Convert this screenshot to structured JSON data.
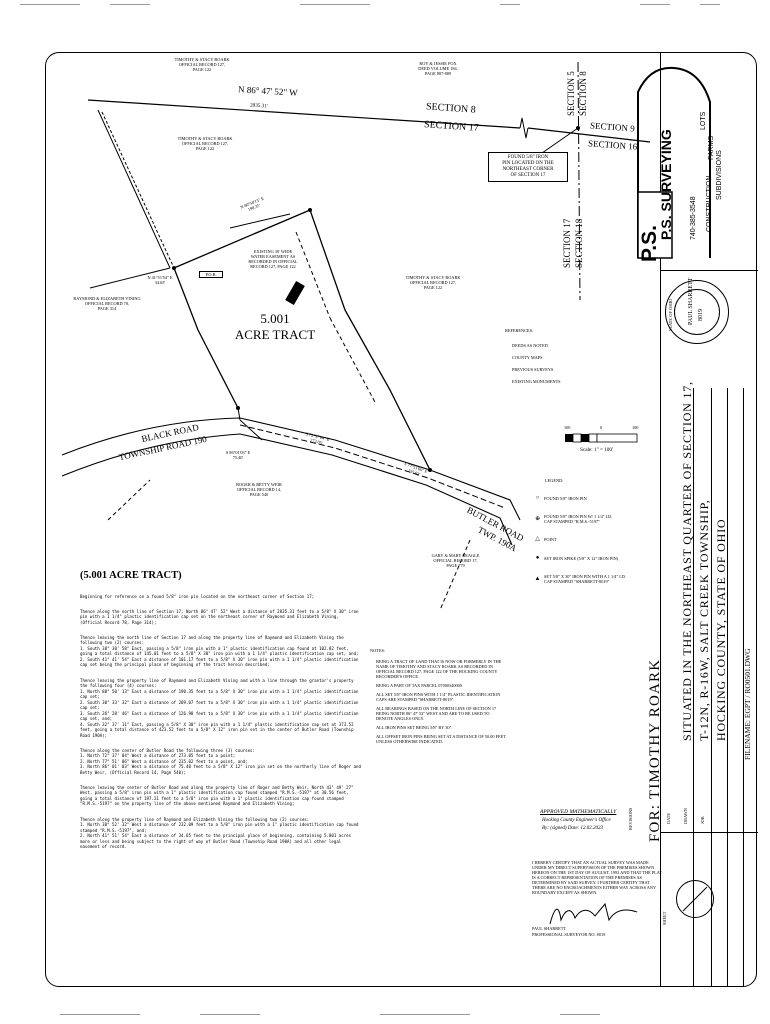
{
  "owners": {
    "roark_top_left": "TIMOTHY & STACY ROARK\nOFFICIAL RECORD 127,\nPAGE 122",
    "fox_top": "ROY & JESSIE FOX\nDEED VOLUME 184,\nPAGE 887-889",
    "roark_mid": "TIMOTHY & STACY ROARK\nOFFICIAL RECORD 127,\nPAGE 122",
    "vining_left": "RAYMOND & ELIZABETH VINING\nOFFICIAL RECORD 78,\nPAGE 314",
    "roark_right": "TIMOTHY & STACY ROARK\nOFFICIAL RECORD 127,\nPAGE 122",
    "weir": "ROGER & BETTY WEIR\nOFFICIAL RECORD 14,\nPAGE 540",
    "beagle": "GARY & MARY BEAGLE\nOFFICIAL RECORD 17,\nPAGE 779"
  },
  "plat": {
    "bearing_top": "N  86° 47' 52\"  W",
    "dist_top": "2835.31'",
    "section8": "SECTION 8",
    "section17": "SECTION 17",
    "section9": "SECTION 9",
    "section16": "SECTION 16",
    "section5": "SECTION 5",
    "section8v": "SECTION 8",
    "section17v": "SECTION 17",
    "section18": "SECTION 18",
    "found_pin": "FOUND 5/8\" IRON\nPIN LOCATED ON THE\nNORTHEAST CORNER\nOF SECTION 17",
    "tract_number": "5.001",
    "tract_label": "ACRE TRACT",
    "easement": "EXISTING 30' WIDE\nWATER EASEMENT AS\nRECORDED IN OFFICIAL\nRECORD 127, PAGE 122",
    "pob": "P.O.B.",
    "course1": "N 80°50'13\" E\n190.35'",
    "course_w": "N 41°51'54\" E\n34.65'",
    "course_s": "S 86°01'03\" E\n75.40'",
    "road_black": "BLACK ROAD",
    "road_twp": "TOWNSHIP ROAD 190",
    "road_butler": "BUTLER ROAD",
    "road_butler_twp": "TWP. 190A",
    "road_c1": "S 72°37'04\" E\n273.05'",
    "road_c2": "S 77°51'06\" E\n235.02'"
  },
  "references": {
    "title": "REFERENCES:",
    "items": [
      "DEEDS AS NOTED",
      "COUNTY MAPS",
      "PREVIOUS SURVEYS",
      "EXISTING MONUMENTS"
    ]
  },
  "scale": {
    "ticks": [
      "100",
      "0",
      "100"
    ],
    "label": "Scale: 1\" = 100'"
  },
  "legend": {
    "title": "LEGEND:",
    "items": [
      "FOUND 5/8\" IRON PIN",
      "FOUND 5/8\" IRON PIN W/ 1 1/4\" I.D.\nCAP STAMPED \"R.M.S.-5197\"",
      "POINT",
      "SET IRON SPIKE (5/8\" X 12\" IRON PIN)",
      "SET 5/8\" X 30\" IRON PIN WITH A 1 1/4\" I.D.\nCAP STAMPED \"SHARRETT-8019\""
    ]
  },
  "description": {
    "heading": "(5.001 ACRE TRACT)",
    "paragraphs": [
      "Beginning for reference on a found 5/8\" iron pin located on the northeast corner of Section 17;",
      "Thence along the north line of Section 17, North 86° 47' 52\" West a distance of 2835.31 feet to a 5/8\" X 30\" iron pin with a 1 1/4\" plastic identification cap set on the northeast corner of Raymond and Elizabeth Vining, (Official Record 78, Page 314);",
      "Thence leaving the north line of Section 17 and along the property line of Raymond and Elizabeth Vining the following two (2) courses:\n1. South 38° 38' 58\" East, passing a 5/8\" iron pin with a 1\" plastic identification cap found at 102.82 feet, going a total distance of 145.01 feet to a 5/8\" X 30\" iron pin with a 1 1/4\" plastic identification cap set, and;\n2. South 41° 41' 54\" East a distance of 101.17 feet to a 5/8\" X 30\" iron pin with a 1 1/4\" plastic identification cap set being the principal place of beginning of the tract herein described;",
      "Thence leaving the property line of Raymond and Elizabeth Vining and with a line through the grantor's property the following four (4) courses:\n1. North 80° 50' 13\" East a distance of 190.35 feet to a 5/8\" X 30\" iron pin with a 1 1/4\" plastic identification cap set;\n2. South 30° 33' 32\" East a distance of 209.07 feet to a 5/8\" X 30\" iron pin with a 1 1/4\" plastic identification cap set;\n3. South 26° 28' 46\" East a distance of 126.98 feet to a 5/8\" X 30\" iron pin with a 1 1/4\" plastic identification cap set, and;\n4. South 32° 37' 11\" East, passing a 5/8\" X 30\" iron pin with a 1 1/4\" plastic identification cap set at 373.52 feet, going a total distance of 423.52 feet to a 5/8\" X 12\" iron pin set in the center of Butler Road (Township Road 190A);",
      "Thence along the center of Butler Road the following three (3) courses:\n1. North 72° 37' 04\" West a distance of 273.05 feet to a point;\n2. North 77° 51' 06\" West a distance of 235.02 feet to a point, and;\n3. North 86° 01' 03\" West a distance of 75.40 feet to a 5/8\" X 12\" iron pin set on the northerly line of Roger and Betty Weir, (Official Record 14, Page 540);",
      "Thence leaving the center of Butler Road and along the property line of Roger and Betty Weir, North 43° 49' 27\" West, passing a 5/8\" iron pin with a 1\" plastic identification cap found stamped \"R.M.S.-5197\" at 30.56 feet, going a total distance of 197.21 feet to a 5/8\" iron pin with a 1\" plastic identification cap found stamped \"R.M.S.-5197\" on the property line of the above mentioned Raymond and Elizabeth Vining;",
      "Thence along the property line of Raymond and Elizabeth Vining the following two (2) courses:\n1. North 38° 52' 32\" West a distance of 232.09 feet to a 5/8\" iron pin with a 1\" plastic identification cap found stamped \"R.M.S.-5197\", and;\n2. North 41° 51' 54\" East a distance of 34.65 feet to the principal place of beginning, containing 5.001 acres more or less and being subject to the right of way of Butler Road (Township Road 190A) and all other legal easement of record."
    ]
  },
  "notes": {
    "title": "NOTES:",
    "items": [
      "BEING A TRACT OF LAND THAT IS NOW OR FORMERLY IN THE NAME OF TIMOTHY AND STACY ROARK AS RECORDED IN OFFICIAL RECORD 127, PAGE 122 OF THE HOCKING COUNTY RECORDER'S OFFICE.",
      "BEING A PART OF TAX PARCEL 07000340000.",
      "ALL SET 5/8\" IRON PINS WITH 1 1/4\" PLASTIC IDENTIFICATION CAPS ARE STAMPED \"SHARRETT-8019\".",
      "ALL BEARINGS BASED ON THE NORTH LINE OF SECTION 17 BEING NORTH 86° 47' 52\" WEST AND ARE TO BE USED TO DENOTE ANGLES ONLY.",
      "ALL IRON PINS SET BEING 5/8\" BY 30\".",
      "ALL OFFSET IRON PINS BEING SET AT A DISTANCE OF 50.00 FEET UNLESS OTHERWISE INDICATED."
    ]
  },
  "approval": {
    "title": "APPROVED MATHEMATICALLY",
    "office": "Hocking County Engineer's Office",
    "by": "By: (signed) Date: 12.02.2023"
  },
  "certification": {
    "text": "I HEREBY CERTIFY THAT AN ACTUAL SURVEY WAS MADE UNDER MY DIRECT SUPERVISION OF THE PREMISES SHOWN HEREON ON THE 1ST DAY OF AUGUST, 1993 AND THAT THE PLAT IS A CORRECT REPRESENTATION OF THE PREMISES AS DETERMINED BY SAID SURVEY. I FURTHER CERTIFY THAT THERE ARE NO ENCROACHMENTS EITHER WAY ACROSS ANY BOUNDARY EXCEPT AS SHOWN.",
    "surveyor": "PAUL SHARRETT",
    "license": "PROFESSIONAL SURVEYOR NO. 8019"
  },
  "title_block": {
    "company": "P.S. SURVEYING",
    "company_sub": "P.S.",
    "phone": "740-385-3548",
    "services": [
      "LOTS",
      "FARMS",
      "SUBDIVISIONS",
      "CONSTRUCTION"
    ],
    "seal_name": "PAUL SHARRETT",
    "seal_number": "8019",
    "seal_state": "STATE OF OHIO",
    "situated": "SITUATED IN THE NORTHEAST QUARTER OF SECTION 17,",
    "township": "T-12N, R-16W, SALT CREEK TOWNSHIP,",
    "county": "HOCKING COUNTY, STATE OF OHIO",
    "for_label": "FOR: TIMOTHY ROARK",
    "filename": "FILENAME: EGPT / RO0501.DWG",
    "date": "DATE",
    "drawn": "DRAWN",
    "job": "JOB",
    "sheet": "SHEET",
    "revisions": "REVISIONS"
  }
}
